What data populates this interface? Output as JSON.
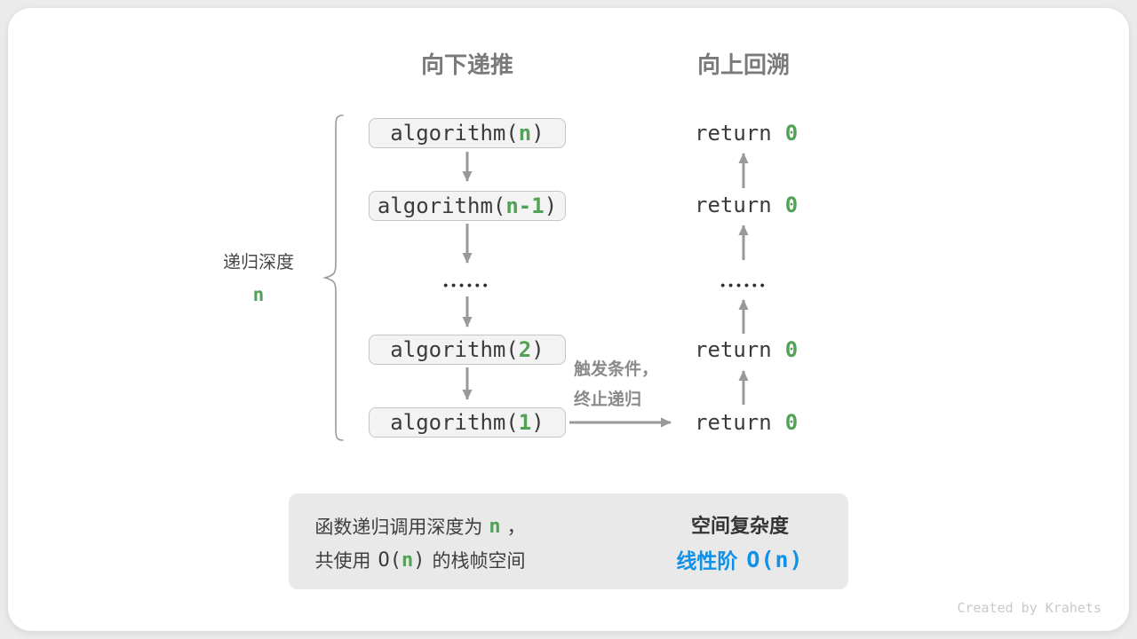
{
  "columns": {
    "down_header": "向下递推",
    "up_header": "向上回溯"
  },
  "depth_label": {
    "title": "递归深度",
    "value": "n"
  },
  "call_stack": {
    "boxes": [
      {
        "fn": "algorithm(",
        "arg": "n",
        "close": ")"
      },
      {
        "fn": "algorithm(",
        "arg": "n-1",
        "close": ")"
      },
      {
        "fn": "algorithm(",
        "arg": "2",
        "close": ")"
      },
      {
        "fn": "algorithm(",
        "arg": "1",
        "close": ")"
      }
    ],
    "ellipsis": "••••••"
  },
  "returns": {
    "keyword": "return",
    "value": "0",
    "ellipsis": "••••••"
  },
  "annotation": {
    "line1": "触发条件，",
    "line2": "终止递归"
  },
  "summary": {
    "left_line1_pre": "函数递归调用深度为",
    "left_line1_var": "n",
    "left_line1_post": "，",
    "left_line2_pre": "共使用",
    "left_line2_open": "O(",
    "left_line2_var": "n",
    "left_line2_close": ")",
    "left_line2_post": "的栈帧空间",
    "right_title": "空间复杂度",
    "right_result_label": "线性阶",
    "right_result_code": "O(n)"
  },
  "watermark": "Created by Krahets",
  "colors": {
    "accent_green": "#52a156",
    "accent_blue": "#1191e5",
    "arrow_gray": "#999999",
    "box_fill": "#f3f3f3",
    "box_border": "#c6c6c6"
  }
}
